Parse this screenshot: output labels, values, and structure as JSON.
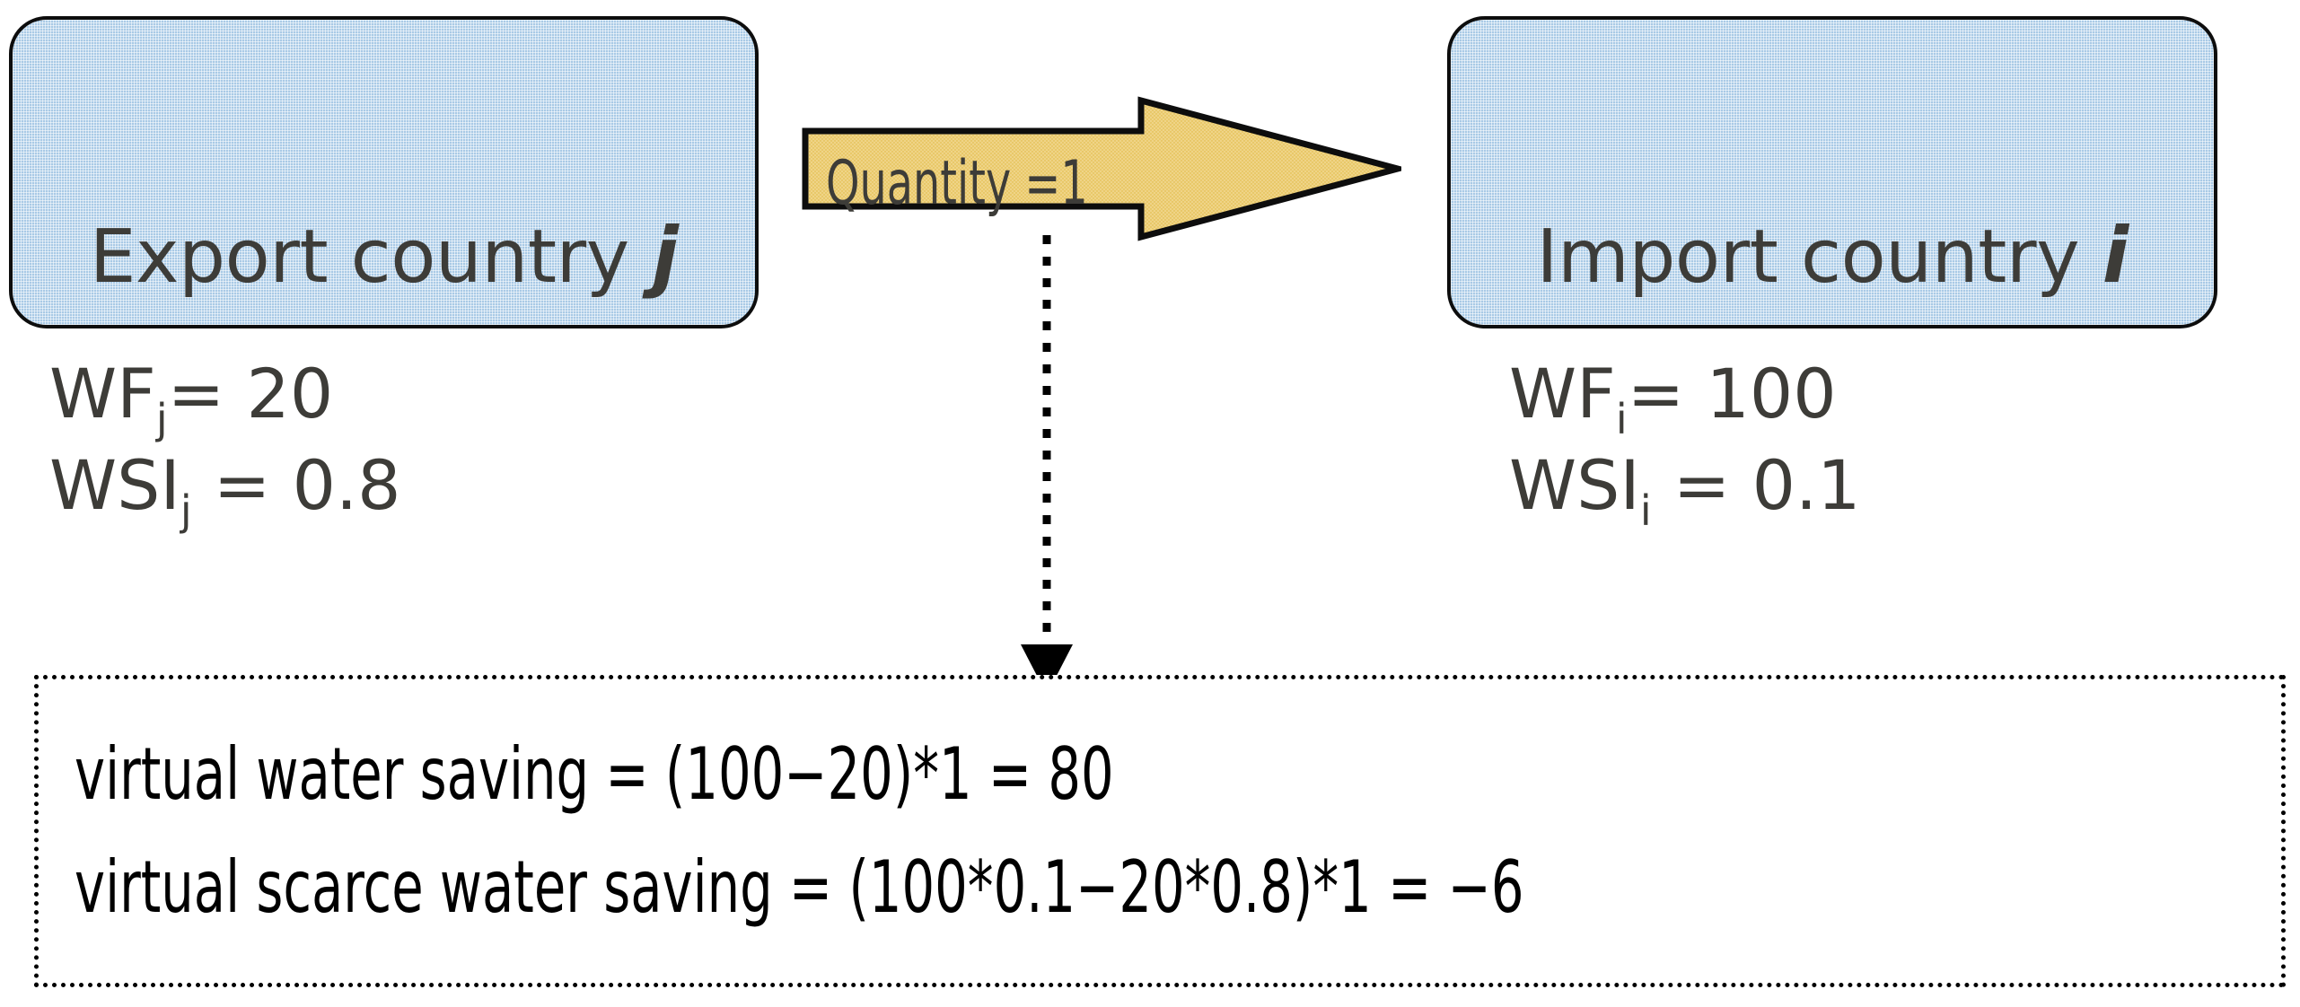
{
  "diagram": {
    "title_concept": "virtual water saving in trade between two countries",
    "export_box": {
      "label_prefix": "Export country ",
      "label_symbol": "j",
      "fill_color": "#a9cae6",
      "border_color": "#0d0d0d"
    },
    "import_box": {
      "label_prefix": "Import country ",
      "label_symbol": "i",
      "fill_color": "#a9cae6",
      "border_color": "#0d0d0d"
    },
    "export_stats": {
      "wf_name": "WF",
      "wf_sub": "j",
      "wf_value": "= 20",
      "wsi_name": "WSI",
      "wsi_sub": "j",
      "wsi_value": " = 0.8"
    },
    "import_stats": {
      "wf_name": "WF",
      "wf_sub": "i",
      "wf_value": "= 100",
      "wsi_name": "WSI",
      "wsi_sub": "i",
      "wsi_value": " = 0.1"
    },
    "quantity_arrow": {
      "label": "Quantity =1",
      "fill_color": "#ecd17c",
      "border_color": "#0d0d0d",
      "direction": "right"
    },
    "connector": {
      "style": "dotted",
      "direction": "down",
      "color": "#000000"
    },
    "result_panel": {
      "border_style": "dotted",
      "border_color": "#000000",
      "lines": [
        "virtual water saving = (100−20)*1 = 80",
        "virtual scarce water saving = (100*0.1−20*0.8)*1 = −6"
      ]
    }
  }
}
